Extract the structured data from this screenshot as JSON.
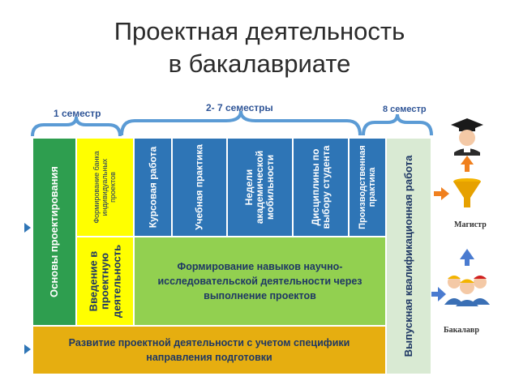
{
  "title": {
    "line1": "Проектная деятельность",
    "line2": "в бакалавриате"
  },
  "semesters": {
    "first": "1 семестр",
    "middle": "2- 7 семестры",
    "last": "8 семестр"
  },
  "blocks": {
    "basics": "Основы проектирования",
    "bank_line1": "Формирование банка",
    "bank_line2": "индивидуальных",
    "bank_line3": "проектов",
    "intro_line1": "Введение в",
    "intro_line2": "проектную",
    "intro_line3": "деятельность",
    "coursework": "Курсовая работа",
    "edu_practice": "Учебная практика",
    "mobility_line1": "Недели",
    "mobility_line2": "академической",
    "mobility_line3": "мобильности",
    "electives_line1": "Дисциплины по",
    "electives_line2": "выбору студента",
    "prod_line1": "Производственная",
    "prod_line2": "практика",
    "research_line1": "Формирование навыков научно-",
    "research_line2": "исследовательской деятельности через",
    "research_line3": "выполнение проектов",
    "development_line1": "Развитие проектной деятельности с учетом специфики",
    "development_line2": "направления подготовки",
    "thesis": "Выпускная квалификационная работа"
  },
  "side": {
    "master": "Магистр",
    "bachelor": "Бакалавр"
  },
  "colors": {
    "green_dark": "#2e9e4f",
    "yellow": "#ffff00",
    "blue": "#2e75b6",
    "green_light": "#92d050",
    "gold": "#e6ae10",
    "thesis_bg": "#d9ead3",
    "brace": "#5b9bd5",
    "orange": "#f0801e"
  }
}
